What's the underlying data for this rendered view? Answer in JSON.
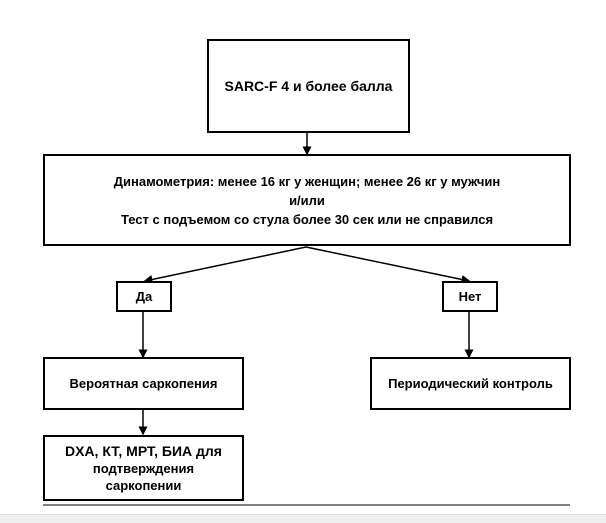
{
  "nodes": {
    "start": "SARC-F 4 и более балла",
    "criteria_line1": "Динамометрия: менее 16 кг у женщин; менее 26 кг у мужчин",
    "criteria_line2": "и/или",
    "criteria_line3": "Тест с подъемом со стула более 30 сек или не справился",
    "yes": "Да",
    "no": "Нет",
    "probable": "Вероятная саркопения",
    "monitoring": "Периодический контроль",
    "confirm_line1": "DXA, КТ, МРТ, БИА для",
    "confirm_line2": "подтверждения",
    "confirm_line3": "саркопении"
  }
}
